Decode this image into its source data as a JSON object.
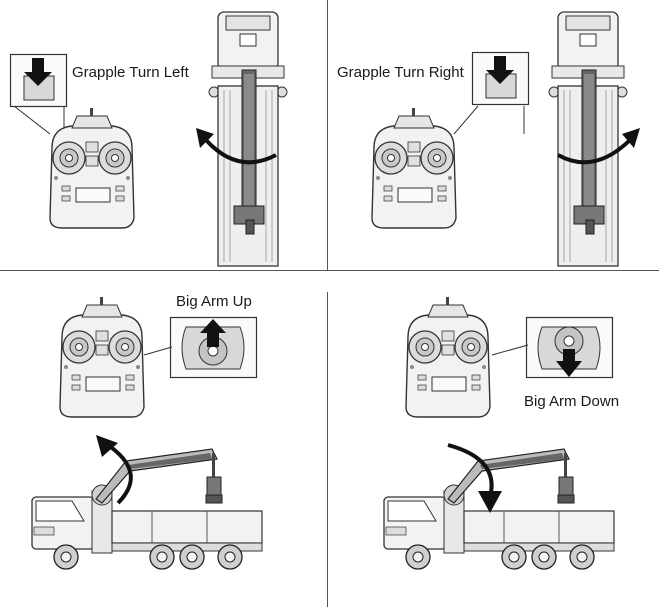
{
  "panels": {
    "top_left": {
      "caption": "Grapple Turn Left"
    },
    "top_right": {
      "caption": "Grapple Turn Right"
    },
    "bottom_left": {
      "caption": "Big Arm Up"
    },
    "bottom_right": {
      "caption": "Big Arm Down"
    }
  },
  "icons": {
    "transmitter": "rc-transmitter-icon",
    "toggle_switch": "toggle-switch-icon",
    "joystick": "joystick-icon",
    "truck_top": "crane-truck-top-view-icon",
    "truck_side": "crane-truck-side-view-icon",
    "arrow_down": "arrow-down-icon",
    "arrow_up": "arrow-up-icon",
    "curved_arrow": "curved-arrow-icon"
  }
}
